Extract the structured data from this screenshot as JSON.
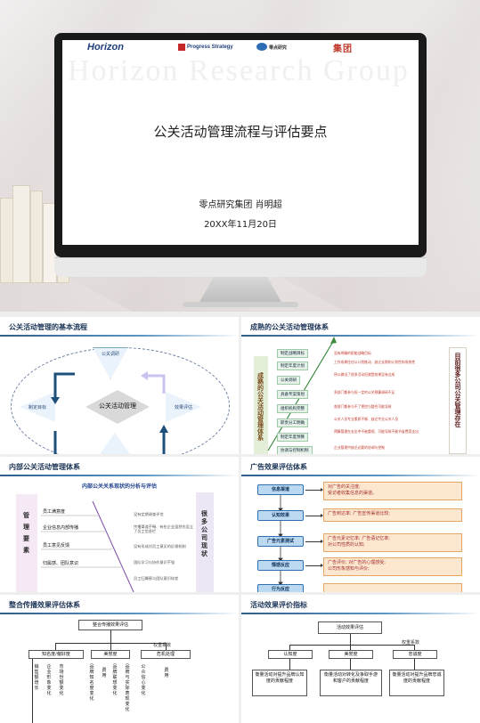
{
  "hero": {
    "logos": [
      "Horizon",
      "Progress Strategy",
      "零点研究",
      "集团"
    ],
    "watermark": "Horizon Research Group",
    "title": "公关活动管理流程与评估要点",
    "author": "零点研究集团   肖明超",
    "date": "20XX年11月20日"
  },
  "slide1": {
    "title": "公关活动管理的基本流程",
    "center": "公关活动管理",
    "top": "公关调研",
    "left": "制定目标",
    "right": "效果评估"
  },
  "slide2": {
    "title": "成熟的公关活动管理体系",
    "left_label": "成熟的公关活动管理体系",
    "right_label": "目前很多公司公关管理存在",
    "items": [
      "制定战略目标",
      "制定年度计划",
      "公关调研",
      "具备专案策划",
      "组织机构完整",
      "职责分工明确",
      "制定年度预算",
      "协调与控制机制"
    ],
    "notes": [
      "没有明确的职能战略目标",
      "工作成果往往以计划推动、缺乏长期的计划性和系统性",
      "所以做出了很多活动但就是效果没有达成",
      "多部门都参与但一定的公关预算调研不足",
      "各部门都参与不了把控与整合可能导致",
      "公关人员专业素质不够、缺乏专业公关人员",
      "预算管理在支出中不被重视、可能导致不能节省费用支出",
      "企业管理中缺乏必要的协调与控制"
    ]
  },
  "slide3": {
    "title": "内部公关活动管理体系",
    "subtitle": "内部公关关系现状的分析与评估",
    "left_label": "管理要素",
    "right_label": "很多公司现状",
    "items": [
      "员工满意度",
      "企业信息内部传播",
      "员工意见反馈",
      "归属感、团队意识"
    ],
    "notes": [
      "没有定期调查评估",
      "传播渠道不畅、有些企业虽然也设立了员工信息栏",
      "没有形成对员工意见的反馈机制",
      "团队学习与协作意识不强",
      "员工归属感与团队意识较差"
    ]
  },
  "slide4": {
    "title": "广告效果评估体系",
    "steps": [
      {
        "label": "信息渠道",
        "desc1": "对广告的关注度;",
        "desc2": "受访者收集信息的渠道。"
      },
      {
        "label": "认知效果",
        "desc1": "广告到达率;    广告宣传渠道比较;",
        "desc2": ""
      },
      {
        "label": "广告元素测试",
        "desc1": "广告元素记忆率;       广告语记忆率;",
        "desc2": "对公司性质的认知;"
      },
      {
        "label": "情感反应",
        "desc1": "广告评价;       对广告的心理感受;",
        "desc2": "公司形象感知与评价;"
      },
      {
        "label": "行为反应",
        "desc1": "",
        "desc2": ""
      }
    ]
  },
  "slide5": {
    "title": "整合传播效果评估体系",
    "root": "整合传播效果评估",
    "weight_label": "权重系数",
    "branches": [
      "知名度/偏好度",
      "美誉度",
      "危机处理"
    ],
    "leaves": [
      "销售额增长",
      "企业形象变化",
      "市场份额变化",
      "品牌知名度变化",
      "费用",
      "品牌联想变化",
      "品牌与实际表现变化",
      "公众信心变化",
      "费用"
    ]
  },
  "slide6": {
    "title": "活动效果评价指标",
    "root": "活动效果评估",
    "weight_label": "权重系数",
    "branches": [
      "认知度",
      "美誉度",
      "忠诚度"
    ],
    "leaves": [
      "衡量活动对提升品牌认知度的贡献程度",
      "衡量活动对转化及争取手游和客户的贡献程度",
      "衡量活动对提升品牌忠诚度的贡献程度"
    ]
  },
  "colors": {
    "accent": "#2f5f8a",
    "green": "#9ccaa5",
    "orange": "#e4a669",
    "pill": "#bcd9f2"
  }
}
